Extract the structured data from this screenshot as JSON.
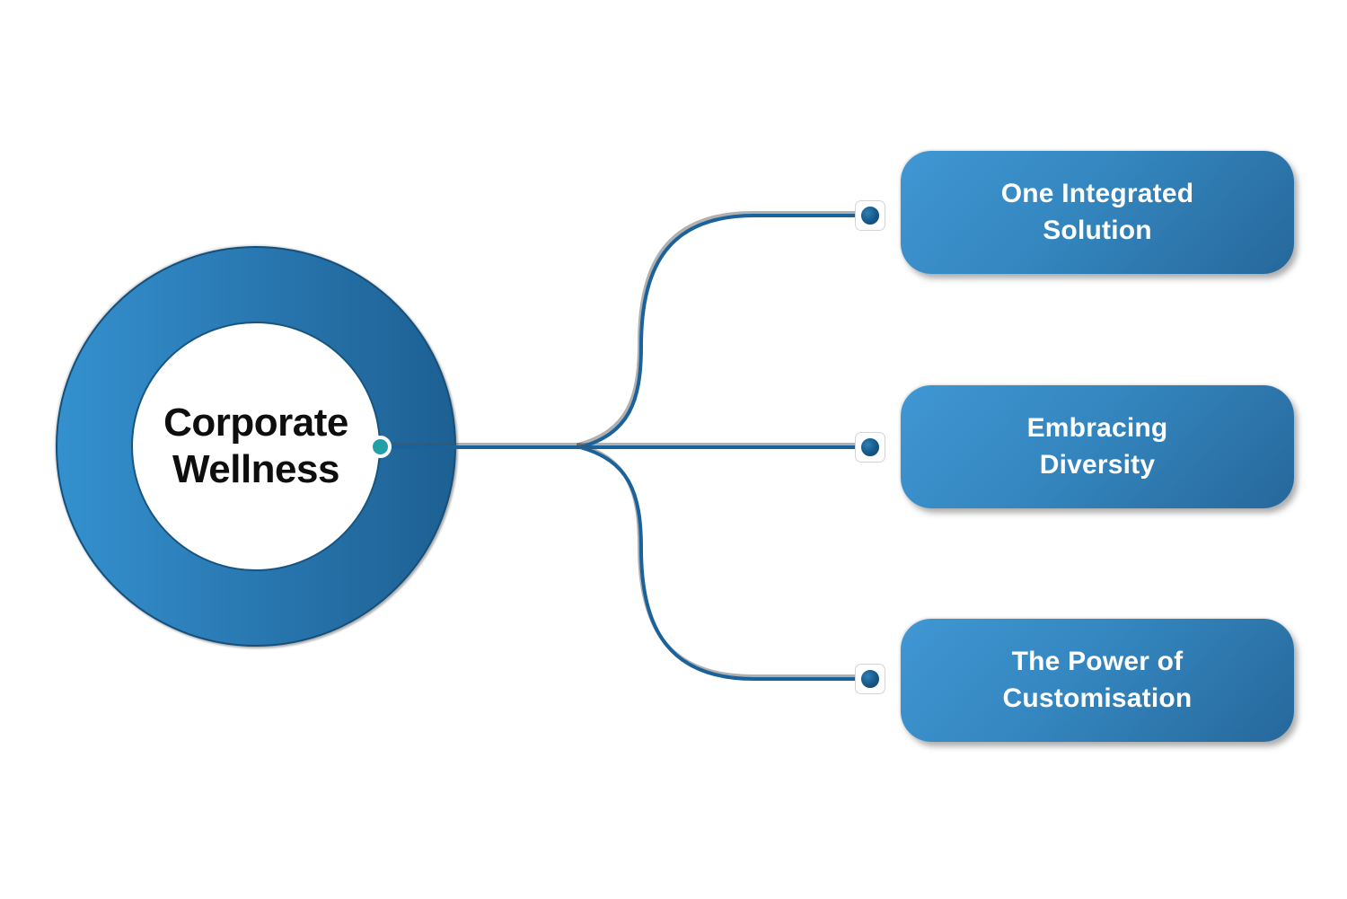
{
  "center": {
    "label": "Corporate Wellness",
    "line1": "Corporate",
    "line2": "Wellness"
  },
  "branches": [
    {
      "label": "One Integrated Solution",
      "line1": "One Integrated",
      "line2": "Solution"
    },
    {
      "label": "Embracing Diversity",
      "line1": "Embracing",
      "line2": "Diversity"
    },
    {
      "label": "The Power of Customisation",
      "line1": "The Power of",
      "line2": "Customisation"
    }
  ],
  "colors": {
    "background": "#ffffff",
    "ring_gradient_start": "#3491ce",
    "ring_gradient_end": "#1d6093",
    "ring_stroke": "#14507b",
    "box_gradient_start": "#4097d3",
    "box_gradient_end": "#26689b",
    "connector_line": "#1a629c",
    "endpoint_dot": "#11548a",
    "center_anchor_dot": "#21a0a8",
    "center_text": "#0e0e0e",
    "box_text": "#ffffff"
  }
}
